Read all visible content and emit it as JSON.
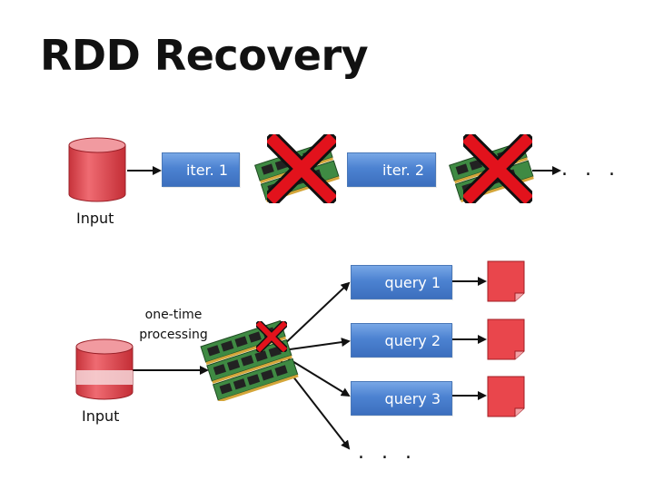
{
  "title": "RDD Recovery",
  "top_pipeline": {
    "input_label": "Input",
    "stages": [
      "iter. 1",
      "iter. 2"
    ],
    "continuation": ". . ."
  },
  "bottom_pipeline": {
    "input_label": "Input",
    "process_label": "one-time processing",
    "queries": [
      "query 1",
      "query 2",
      "query 3"
    ],
    "continuation": ". . ."
  },
  "colors": {
    "box_blue": "#4c82d1",
    "disk_red": "#e0464e",
    "fail_red": "#e2121c",
    "doc_red": "#e9464c",
    "ram_green": "#3f8a43"
  },
  "icons": [
    "database-icon",
    "ram-stack-icon",
    "failure-x-icon",
    "result-document-icon"
  ]
}
